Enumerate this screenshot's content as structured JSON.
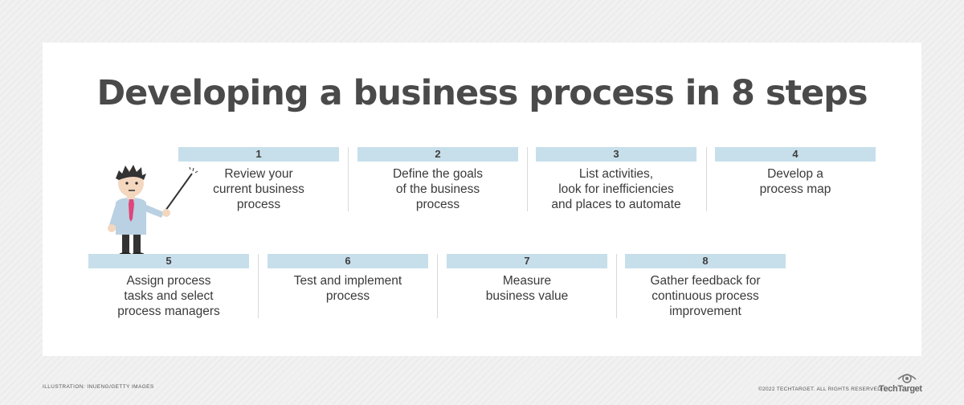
{
  "title": "Developing a business process in 8 steps",
  "steps": [
    {
      "number": "1",
      "text": "Review your\ncurrent business\nprocess"
    },
    {
      "number": "2",
      "text": "Define the goals\nof the business\nprocess"
    },
    {
      "number": "3",
      "text": "List activities,\nlook for inefficiencies\nand places to automate"
    },
    {
      "number": "4",
      "text": "Develop a\nprocess map"
    },
    {
      "number": "5",
      "text": "Assign process\ntasks and select\nprocess managers"
    },
    {
      "number": "6",
      "text": "Test and implement\nprocess"
    },
    {
      "number": "7",
      "text": "Measure\nbusiness value"
    },
    {
      "number": "8",
      "text": "Gather feedback for\ncontinuous process\nimprovement"
    }
  ],
  "footer": {
    "credit": "ILLUSTRATION: INUENG/GETTY IMAGES",
    "copyright": "©2022 TECHTARGET. ALL RIGHTS RESERVED",
    "logo": "TechTarget"
  },
  "colors": {
    "number_bar": "#c7dfeb",
    "title": "#4a4a4a",
    "figure_tie": "#e0457b"
  }
}
